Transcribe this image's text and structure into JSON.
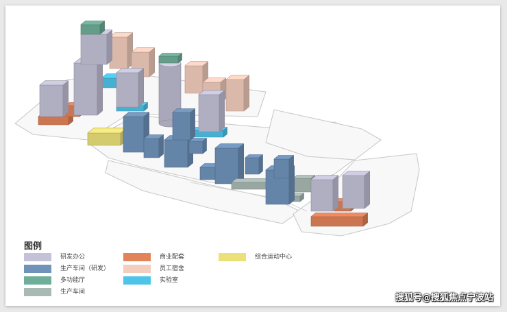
{
  "legend": {
    "title": "图例",
    "items": [
      {
        "label": "研发办公",
        "color": "#c4c2d8"
      },
      {
        "label": "生产车间（研发）",
        "color": "#6f93bb"
      },
      {
        "label": "多功能厅",
        "color": "#6fae98"
      },
      {
        "label": "生产车间",
        "color": "#a9b9b4"
      },
      {
        "label": "商业配套",
        "color": "#e3835a"
      },
      {
        "label": "员工宿舍",
        "color": "#f3cdbd"
      },
      {
        "label": "实验室",
        "color": "#4fc4e9"
      },
      {
        "label": "综合运动中心",
        "color": "#ebe07a"
      }
    ]
  },
  "watermark": "搜狐号@搜狐焦点宁波站"
}
